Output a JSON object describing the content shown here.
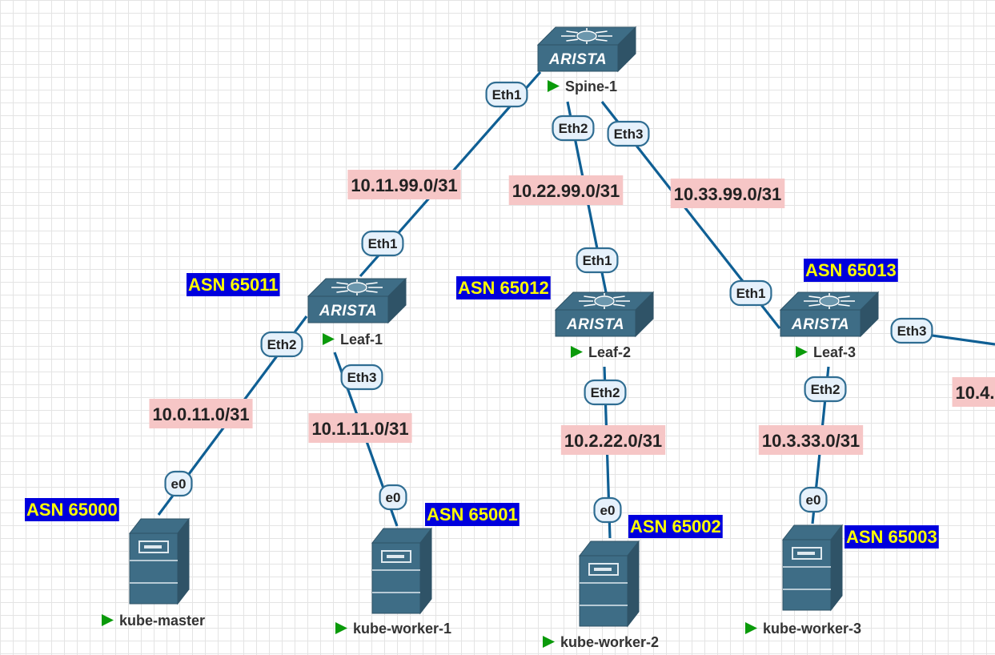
{
  "colors": {
    "link": "#0f5f94",
    "port_fill": "#e6f1fb",
    "port_stroke": "#2f6d92",
    "subnet_bg": "#f6c6c6",
    "asn_bg": "#0000dd",
    "asn_text": "#ffff00",
    "node_dark": "#2f5367",
    "node_mid": "#3e6d86",
    "node_light": "#6c97ad",
    "play": "#0a9a0a"
  },
  "nodes": {
    "spine1": {
      "name": "Spine-1",
      "kind": "switch",
      "brand": "ARISTA",
      "icon": "arista-switch-icon"
    },
    "leaf1": {
      "name": "Leaf-1",
      "kind": "switch",
      "brand": "ARISTA",
      "icon": "arista-switch-icon"
    },
    "leaf2": {
      "name": "Leaf-2",
      "kind": "switch",
      "brand": "ARISTA",
      "icon": "arista-switch-icon"
    },
    "leaf3": {
      "name": "Leaf-3",
      "kind": "switch",
      "brand": "ARISTA",
      "icon": "arista-switch-icon"
    },
    "master": {
      "name": "kube-master",
      "kind": "server",
      "icon": "server-tower-icon"
    },
    "worker1": {
      "name": "kube-worker-1",
      "kind": "server",
      "icon": "server-tower-icon"
    },
    "worker2": {
      "name": "kube-worker-2",
      "kind": "server",
      "icon": "server-tower-icon"
    },
    "worker3": {
      "name": "kube-worker-3",
      "kind": "server",
      "icon": "server-tower-icon"
    }
  },
  "asn": {
    "leaf1": "ASN 65011",
    "leaf2": "ASN 65012",
    "leaf3": "ASN 65013",
    "master": "ASN 65000",
    "worker1": "ASN 65001",
    "worker2": "ASN 65002",
    "worker3": "ASN 65003"
  },
  "links": [
    {
      "id": "spine1-leaf1",
      "a_port": "Eth1",
      "b_port": "Eth1",
      "subnet": "10.11.99.0/31"
    },
    {
      "id": "spine1-leaf2",
      "a_port": "Eth2",
      "b_port": "Eth1",
      "subnet": "10.22.99.0/31"
    },
    {
      "id": "spine1-leaf3",
      "a_port": "Eth3",
      "b_port": "Eth1",
      "subnet": "10.33.99.0/31"
    },
    {
      "id": "leaf1-master",
      "a_port": "Eth2",
      "b_port": "e0",
      "subnet": "10.0.11.0/31"
    },
    {
      "id": "leaf1-worker1",
      "a_port": "Eth3",
      "b_port": "e0",
      "subnet": "10.1.11.0/31"
    },
    {
      "id": "leaf2-worker2",
      "a_port": "Eth2",
      "b_port": "e0",
      "subnet": "10.2.22.0/31"
    },
    {
      "id": "leaf3-worker3",
      "a_port": "Eth2",
      "b_port": "e0",
      "subnet": "10.3.33.0/31"
    },
    {
      "id": "leaf3-offscreen",
      "a_port": "Eth3",
      "b_port": "",
      "subnet": "10.4."
    }
  ]
}
